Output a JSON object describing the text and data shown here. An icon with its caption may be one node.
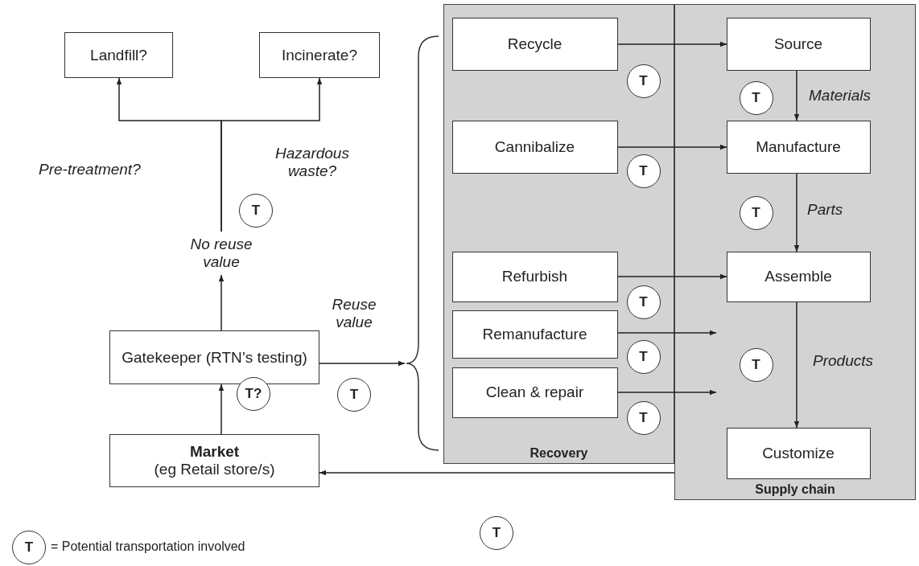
{
  "diagram": {
    "nodes": [
      {
        "text": [
          "Landfill?"
        ]
      },
      {
        "text": [
          "Incinerate?"
        ]
      },
      {
        "text": [
          "Recovery"
        ]
      },
      {
        "text": [
          "Recycle"
        ],
        "in": 2
      },
      {
        "text": [
          "T"
        ],
        "in": 2
      },
      {
        "text": [
          "Cannibalize"
        ],
        "in": 2
      },
      {
        "text": [
          "T"
        ],
        "in": 2
      },
      {
        "text": [
          "Refurbish"
        ],
        "in": 2
      },
      {
        "text": [
          "T"
        ],
        "in": 2
      },
      {
        "text": [
          "Remanufacture"
        ],
        "in": 2
      },
      {
        "text": [
          "T"
        ],
        "in": 2
      },
      {
        "text": [
          "Clean & repair"
        ],
        "in": 2
      },
      {
        "text": [
          "T"
        ],
        "in": 2
      },
      {
        "text": [
          "Supply chain"
        ]
      },
      {
        "text": [
          "Source"
        ],
        "in": 13
      },
      {
        "text": [
          "T"
        ],
        "in": 13
      },
      {
        "text": [
          "Manufacture"
        ],
        "in": 13
      },
      {
        "text": [
          "T"
        ],
        "in": 13
      },
      {
        "text": [
          "Assemble"
        ],
        "in": 13
      },
      {
        "text": [
          "T"
        ],
        "in": 13
      },
      {
        "text": [
          "Customize"
        ],
        "in": 13
      },
      {
        "text": [
          "T"
        ]
      },
      {
        "text": [
          "No reuse value"
        ]
      },
      {
        "text": [
          "Gatekeeper (RTN’s testing)"
        ]
      },
      {
        "text": [
          "T"
        ]
      },
      {
        "text": [
          "T?"
        ]
      },
      {
        "text": [
          "Market",
          "(eg Retail store/s)"
        ]
      },
      {
        "text": [
          "T"
        ]
      },
      {
        "text": [
          "T"
        ],
        "beside": [
          "= Potential transportation involved"
        ]
      },
      {
        "text": [],
        "shape": "brace"
      }
    ],
    "edges": [
      {
        "from": 26,
        "to": 23,
        "arrow": "to"
      },
      {
        "from": 23,
        "to": 22,
        "arrow": "to"
      },
      {
        "from": 22,
        "to": 0,
        "arrow": "to"
      },
      {
        "from": 22,
        "to": 1,
        "arrow": "to"
      },
      {
        "from": 23,
        "to": 29,
        "arrow": "to",
        "label": "Reuse value"
      },
      {
        "from": 3,
        "to": 14,
        "arrow": "to"
      },
      {
        "from": 5,
        "to": 16,
        "arrow": "to"
      },
      {
        "from": 7,
        "to": 18,
        "arrow": "to"
      },
      {
        "from": 9,
        "to": null,
        "arrow": "to"
      },
      {
        "from": 11,
        "to": null,
        "arrow": "to"
      },
      {
        "from": 14,
        "to": 16,
        "arrow": "to",
        "label": "Materials"
      },
      {
        "from": 16,
        "to": 18,
        "arrow": "to",
        "label": "Parts"
      },
      {
        "from": 18,
        "to": 20,
        "arrow": "to",
        "label": "Products"
      },
      {
        "from": 13,
        "to": 26,
        "arrow": "to"
      }
    ],
    "labels": [
      "Pre-treatment?",
      "Hazardous waste?"
    ]
  }
}
